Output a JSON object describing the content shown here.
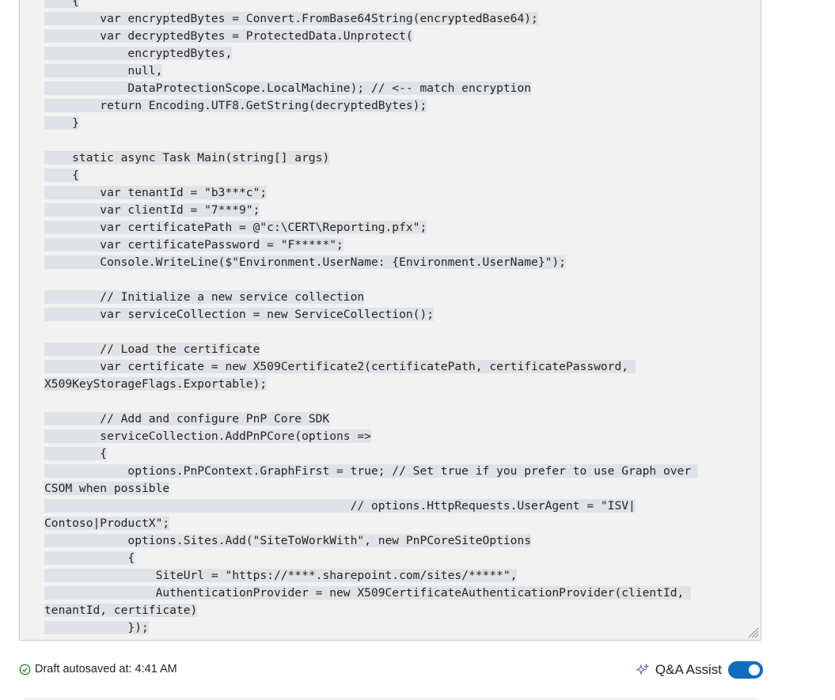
{
  "editor": {
    "lines": [
      "    {",
      "        var encryptedBytes = Convert.FromBase64String(encryptedBase64);",
      "        var decryptedBytes = ProtectedData.Unprotect(",
      "            encryptedBytes,",
      "            null,",
      "            DataProtectionScope.LocalMachine); // <-- match encryption",
      "        return Encoding.UTF8.GetString(decryptedBytes);",
      "    }",
      "",
      "    static async Task Main(string[] args)",
      "    {",
      "        var tenantId = \"b3***c\";",
      "        var clientId = \"7***9\";",
      "        var certificatePath = @\"c:\\CERT\\Reporting.pfx\";",
      "        var certificatePassword = \"F*****\";",
      "        Console.WriteLine($\"Environment.UserName: {Environment.UserName}\");",
      "",
      "        // Initialize a new service collection",
      "        var serviceCollection = new ServiceCollection();",
      "",
      "        // Load the certificate",
      "        var certificate = new X509Certificate2(certificatePath, certificatePassword, ",
      "X509KeyStorageFlags.Exportable);",
      "",
      "        // Add and configure PnP Core SDK",
      "        serviceCollection.AddPnPCore(options =>",
      "        {",
      "            options.PnPContext.GraphFirst = true; // Set true if you prefer to use Graph over ",
      "CSOM when possible",
      "                                            // options.HttpRequests.UserAgent = \"ISV|",
      "Contoso|ProductX\";",
      "            options.Sites.Add(\"SiteToWorkWith\", new PnPCoreSiteOptions",
      "            {",
      "                SiteUrl = \"https://****.sharepoint.com/sites/*****\",",
      "                AuthenticationProvider = new X509CertificateAuthenticationProvider(clientId, ",
      "tenantId, certificate)",
      "            });"
    ]
  },
  "footer": {
    "autosave_text": "Draft autosaved at: 4:41 AM",
    "assist_label": "Q&A Assist",
    "assist_enabled": true
  },
  "colors": {
    "accent": "#0f6cbd",
    "code_background": "#f2f2f2",
    "line_highlight": "#dfe3e8",
    "success_icon": "#107c10"
  }
}
